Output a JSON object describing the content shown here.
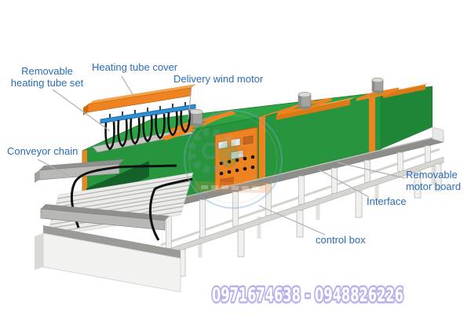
{
  "diagram": {
    "labels": {
      "removable_heating_tube_set": "Removable heating tube set",
      "heating_tube_cover": "Heating tube cover",
      "delivery_wind_motor": "Delivery wind motor",
      "conveyor_chain": "Conveyor chain",
      "removable_motor_board": "Removable motor board",
      "interface": "Interface",
      "control_box": "control box"
    }
  },
  "footer": {
    "phone_numbers": "0971674638 - 0948826226"
  },
  "colors": {
    "label_blue": "#2b6cb5",
    "machine_green_top": "#2da344",
    "machine_green_front": "#27953d",
    "machine_orange": "#ee8321",
    "heater_plate_blue": "#2d8fd5",
    "phone_outline_lavender": "#b9b0ec",
    "frame_gray": "#8d8d89"
  }
}
